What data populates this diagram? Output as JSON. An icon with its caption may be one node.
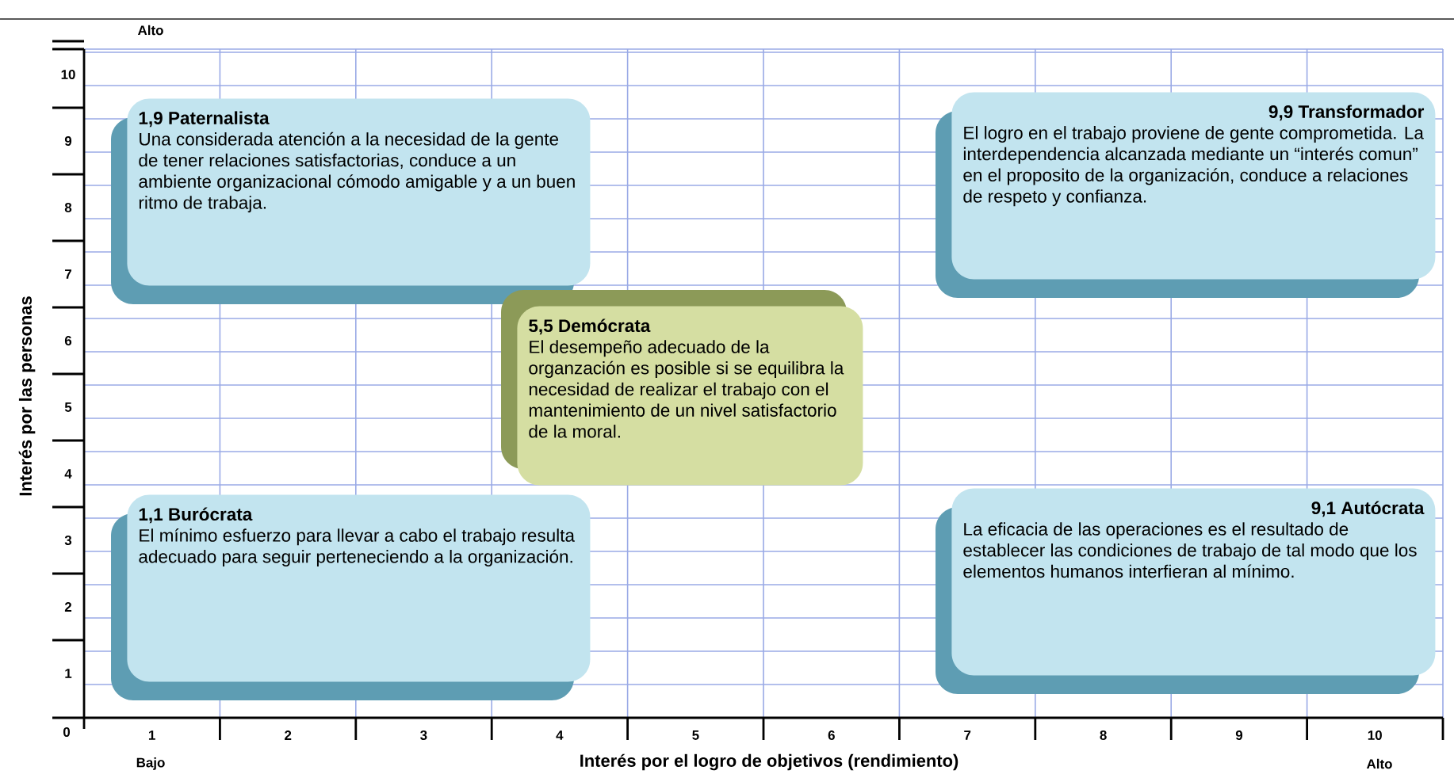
{
  "diagram": {
    "nodes": [
      {
        "text": [
          "1,9 Paternalista",
          "Una considerada atención a la necesidad de la gente de tener relaciones satisfactorias, conduce a un ambiente organizacional cómodo amigable y a un buen ritmo de trabaja."
        ]
      },
      {
        "text": [
          "9,9 Transformador",
          "El logro en el trabajo proviene de gente comprometida. La interdependencia alcanzada mediante un “interés comun” en el proposito de la organización, conduce a relaciones de respeto y confianza."
        ]
      },
      {
        "text": [
          "5,5 Demócrata",
          "El desempeño adecuado de la organzación es posible si se equilibra la necesidad de realizar el trabajo con el mantenimiento de un nivel satisfactorio de la moral."
        ]
      },
      {
        "text": [
          "1,1 Burócrata",
          "El mínimo esfuerzo para llevar a cabo el trabajo resulta adecuado para seguir perteneciendo a la organización."
        ]
      },
      {
        "text": [
          "9,1 Autócrata",
          "La eficacia de las operaciones es el resultado de establecer las condiciones de trabajo de tal modo que los elementos humanos interfieran al mínimo."
        ]
      }
    ],
    "labels": [
      "Alto",
      "10",
      "9",
      "8",
      "7",
      "6",
      "5",
      "4",
      "3",
      "2",
      "1",
      "Interés por las personas",
      "0",
      "1",
      "2",
      "3",
      "4",
      "5",
      "6",
      "7",
      "8",
      "9",
      "10",
      "Bajo",
      "Interés por el logro de objetivos (rendimiento)",
      "Alto"
    ]
  }
}
